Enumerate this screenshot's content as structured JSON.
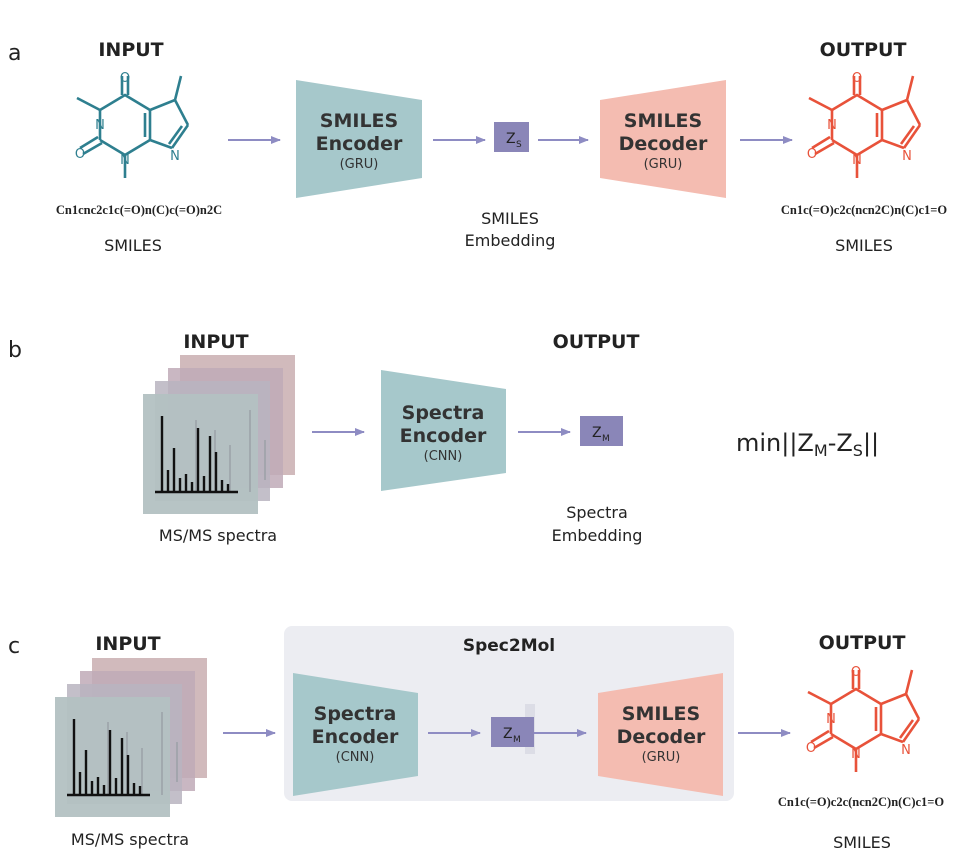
{
  "colors": {
    "teal": "#2e7f8f",
    "encoder_fill": "#a6c8cb",
    "decoder_fill": "#f4bcb1",
    "red": "#e8523a",
    "latent": "#8a86b8",
    "arrow": "#8e8cc3",
    "spec2mol_bg": "#ecedf2",
    "text": "#222222"
  },
  "panel_a": {
    "label": "a",
    "input_title": "INPUT",
    "input_smiles": "Cn1cnc2c1c(=O)n(C)c(=O)n2C",
    "input_caption": "SMILES",
    "encoder": {
      "title_line1": "SMILES",
      "title_line2": "Encoder",
      "sub": "(GRU)"
    },
    "latent": {
      "main": "Z",
      "sub": "S"
    },
    "embedding_line1": "SMILES",
    "embedding_line2": "Embedding",
    "decoder": {
      "title_line1": "SMILES",
      "title_line2": "Decoder",
      "sub": "(GRU)"
    },
    "output_title": "OUTPUT",
    "output_smiles": "Cn1c(=O)c2c(ncn2C)n(C)c1=O",
    "output_caption": "SMILES"
  },
  "panel_b": {
    "label": "b",
    "input_title": "INPUT",
    "input_caption": "MS/MS spectra",
    "encoder": {
      "title_line1": "Spectra",
      "title_line2": "Encoder",
      "sub": "(CNN)"
    },
    "latent": {
      "main": "Z",
      "sub": "M"
    },
    "output_title": "OUTPUT",
    "embedding_line1": "Spectra",
    "embedding_line2": "Embedding",
    "loss": {
      "prefix": "min||Z",
      "sub1": "M",
      "mid": "-Z",
      "sub2": "S",
      "suffix": "||"
    }
  },
  "panel_c": {
    "label": "c",
    "input_title": "INPUT",
    "input_caption": "MS/MS spectra",
    "box_title": "Spec2Mol",
    "encoder": {
      "title_line1": "Spectra",
      "title_line2": "Encoder",
      "sub": "(CNN)"
    },
    "latent": {
      "main": "Z",
      "sub": "M"
    },
    "decoder": {
      "title_line1": "SMILES",
      "title_line2": "Decoder",
      "sub": "(GRU)"
    },
    "output_title": "OUTPUT",
    "output_smiles": "Cn1c(=O)c2c(ncn2C)n(C)c1=O",
    "output_caption": "SMILES"
  },
  "molecule_atoms": {
    "O": "O",
    "N": "N"
  }
}
